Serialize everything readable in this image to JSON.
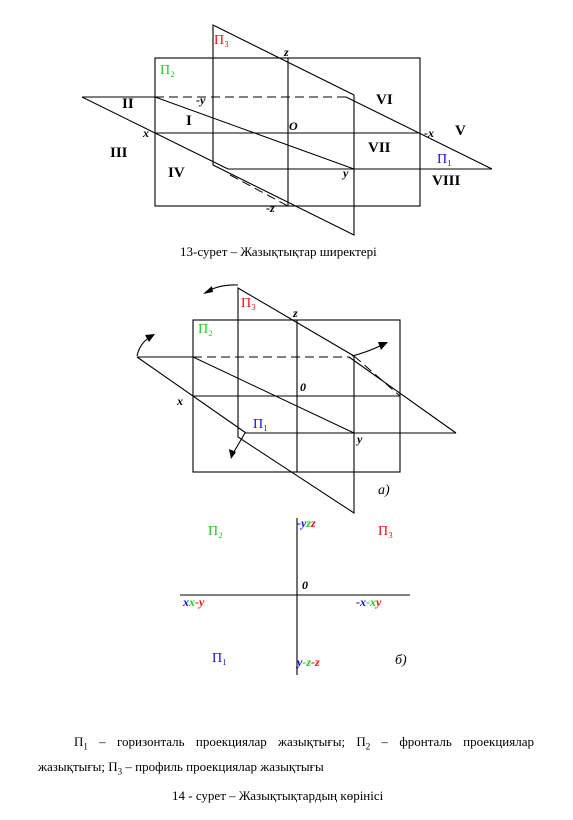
{
  "fig13": {
    "planes": {
      "p1": "П₁",
      "p2": "П₂",
      "p3": "П₃"
    },
    "quadrants": [
      "I",
      "II",
      "III",
      "IV",
      "V",
      "VI",
      "VII",
      "VIII"
    ],
    "axes": {
      "x": "x",
      "minus_x": "-x",
      "y": "y",
      "minus_y": "-y",
      "z": "z",
      "minus_z": "-z",
      "origin": "O"
    },
    "caption": "13-сурет  – Жазықтықтар ширектері"
  },
  "fig14a": {
    "planes": {
      "p1": "П₁",
      "p2": "П₂",
      "p3": "П₃"
    },
    "axes": {
      "x": "x",
      "y": "y",
      "z": "z",
      "origin": "0"
    },
    "sublabel": "а)"
  },
  "fig14b": {
    "planes": {
      "p1": "П₁",
      "p2": "П₂",
      "p3": "П₃"
    },
    "top_labels": [
      "-y",
      "z",
      "z"
    ],
    "left_labels": [
      "x",
      "x",
      "-y"
    ],
    "right_labels": [
      "-x",
      "-x",
      "y"
    ],
    "bottom_labels": [
      "y",
      "-z",
      "-z"
    ],
    "origin": "0",
    "sublabel": "б)"
  },
  "legend": {
    "p1_sym": "П",
    "p1_sub": "1",
    "p1_text": " – горизонталь проекциялар жазықтығы; ",
    "p2_sym": "П",
    "p2_sub": "2",
    "p2_text": " – фронталь проекциялар жазықтығы; ",
    "p3_sym": "П",
    "p3_sub": "3",
    "p3_text": " – профиль проекциялар жазықтығы"
  },
  "caption14": "14 - сурет  – Жазықтықтардың көрінісі",
  "colors": {
    "green": "#22cc22",
    "red": "#ee1111",
    "blue": "#1111dd",
    "ink": "#000000"
  }
}
